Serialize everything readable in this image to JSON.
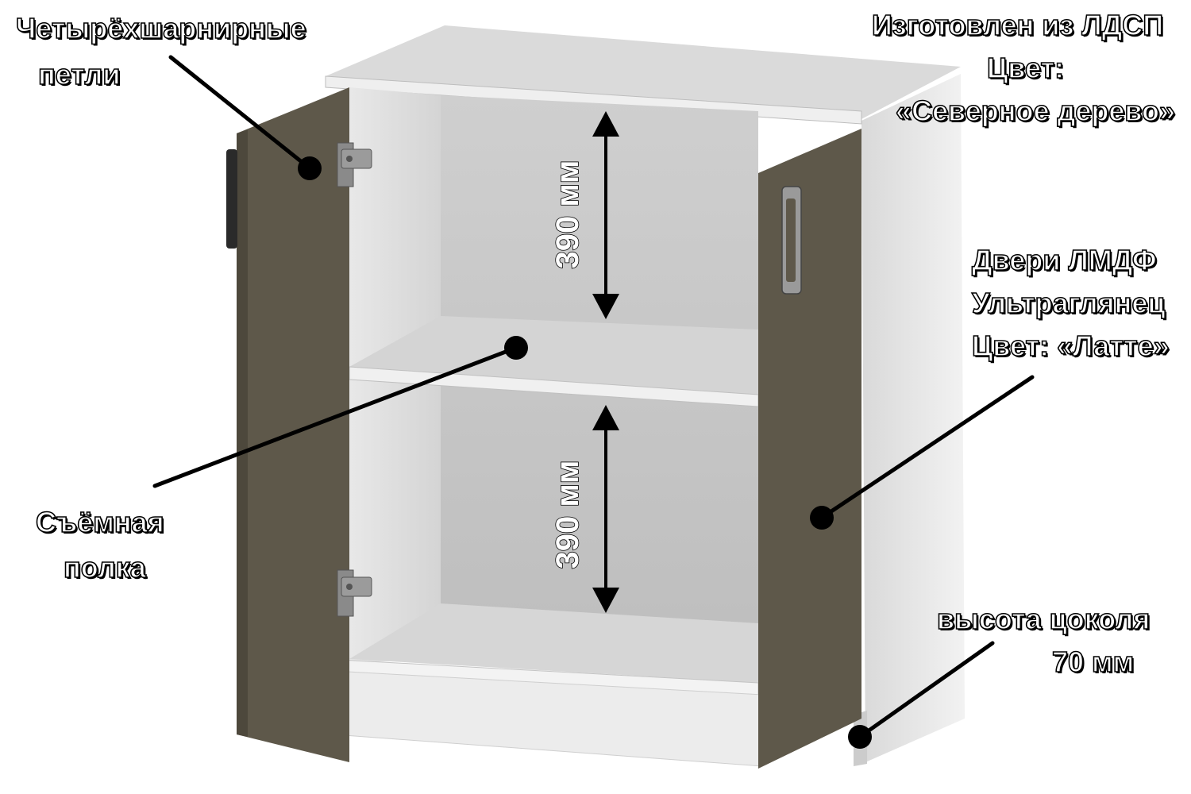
{
  "labels": {
    "hinges": [
      "Четырёхшарнирные",
      "петли"
    ],
    "material": [
      "Изготовлен из ЛДСП",
      "Цвет:",
      "«Северное дерево»"
    ],
    "doors": [
      "Двери ЛМДФ",
      "Ультраглянец",
      "Цвет:  «Латте»"
    ],
    "shelf": [
      "Съёмная",
      "полка"
    ],
    "plinth": [
      "высота цоколя",
      "70 мм"
    ]
  },
  "dimensions": {
    "upper": "390 мм",
    "lower": "390 мм"
  },
  "colors": {
    "door": "#5e584a",
    "carcass": "#e6e6e6",
    "inner_back": "#cfcfcf",
    "shelf": "#dcdcdc",
    "leader": "#000000"
  }
}
